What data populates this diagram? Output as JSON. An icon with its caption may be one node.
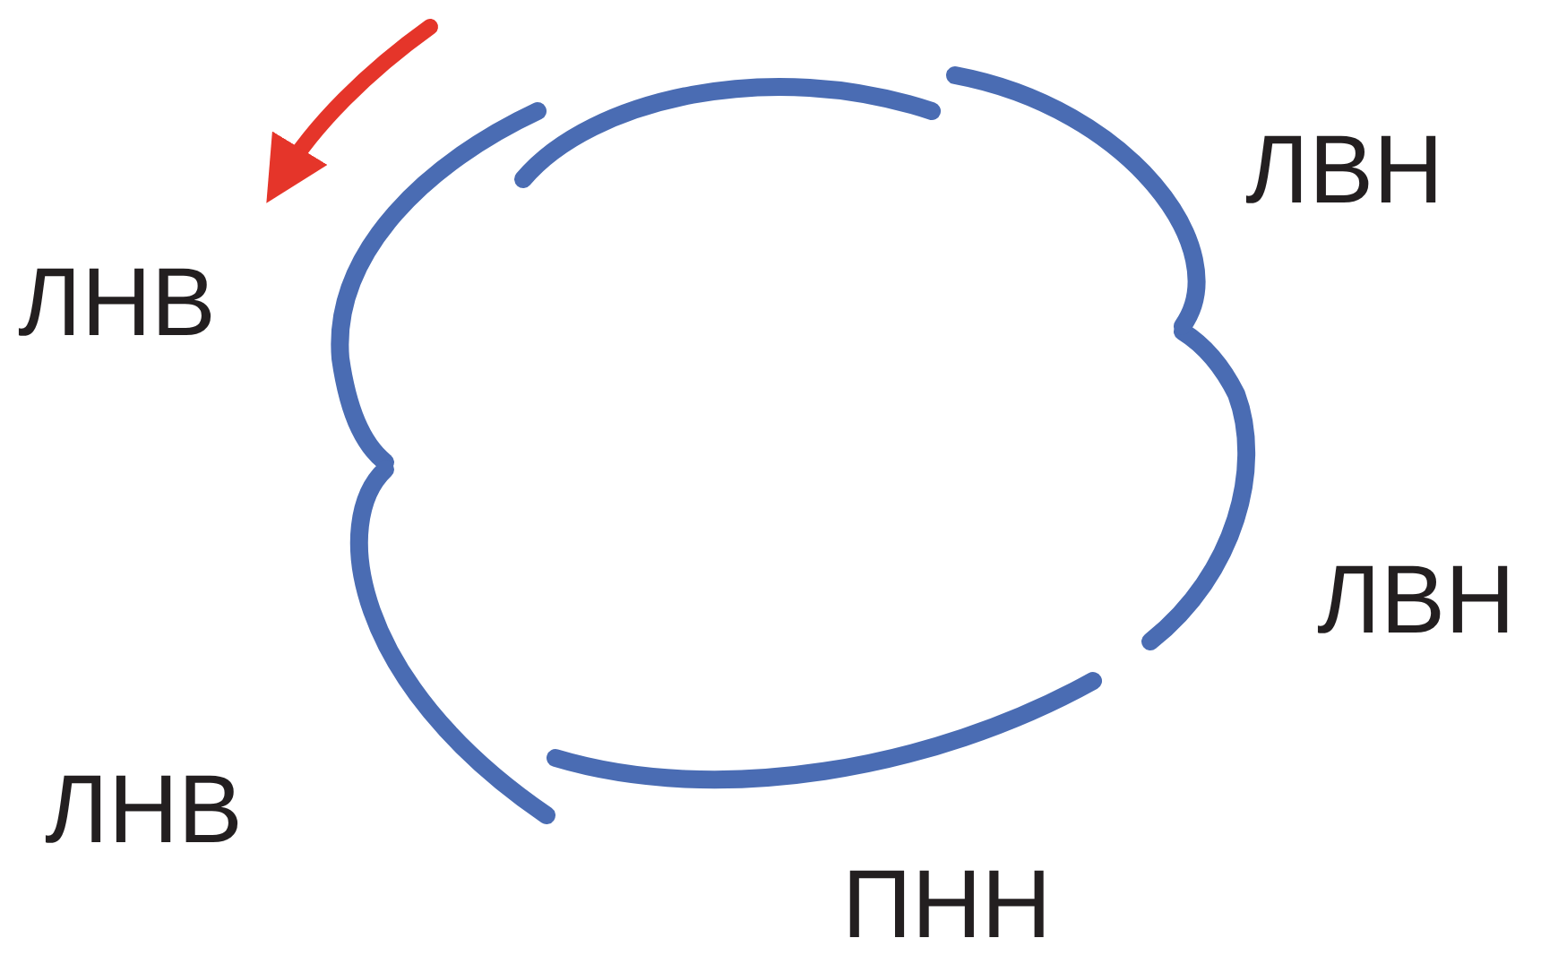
{
  "diagram": {
    "labels": [
      "ЛВН",
      "ЛНВ",
      "ЛВН",
      "ЛНВ",
      "ПНН"
    ]
  }
}
